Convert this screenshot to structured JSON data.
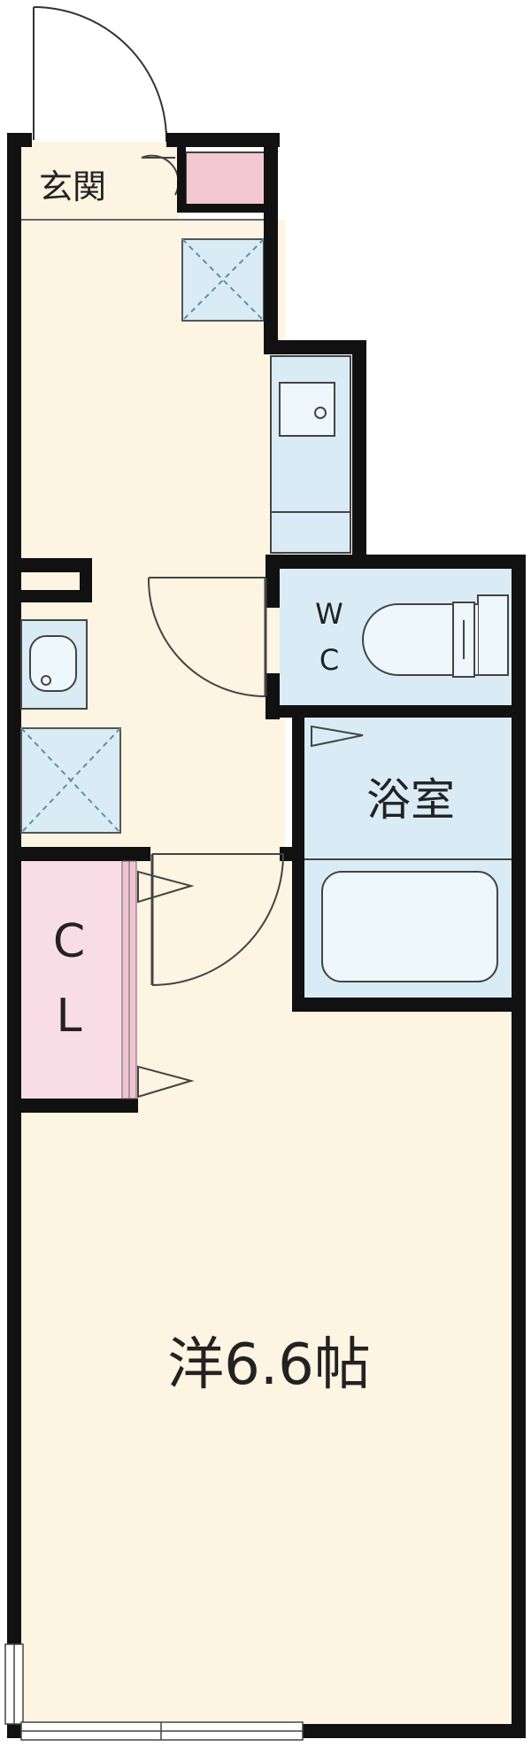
{
  "rooms": {
    "entrance": "玄関",
    "wc_top": "W",
    "wc_bottom": "C",
    "bath": "浴室",
    "closet_top": "C",
    "closet_bottom": "L",
    "western_room": "洋6.6帖"
  },
  "colors": {
    "floor": "#fdf4e1",
    "water": "#d9ecf5",
    "closet": "#f8dde6",
    "shoe_box": "#f4c8d3",
    "wall": "#111111",
    "line": "#444444"
  }
}
